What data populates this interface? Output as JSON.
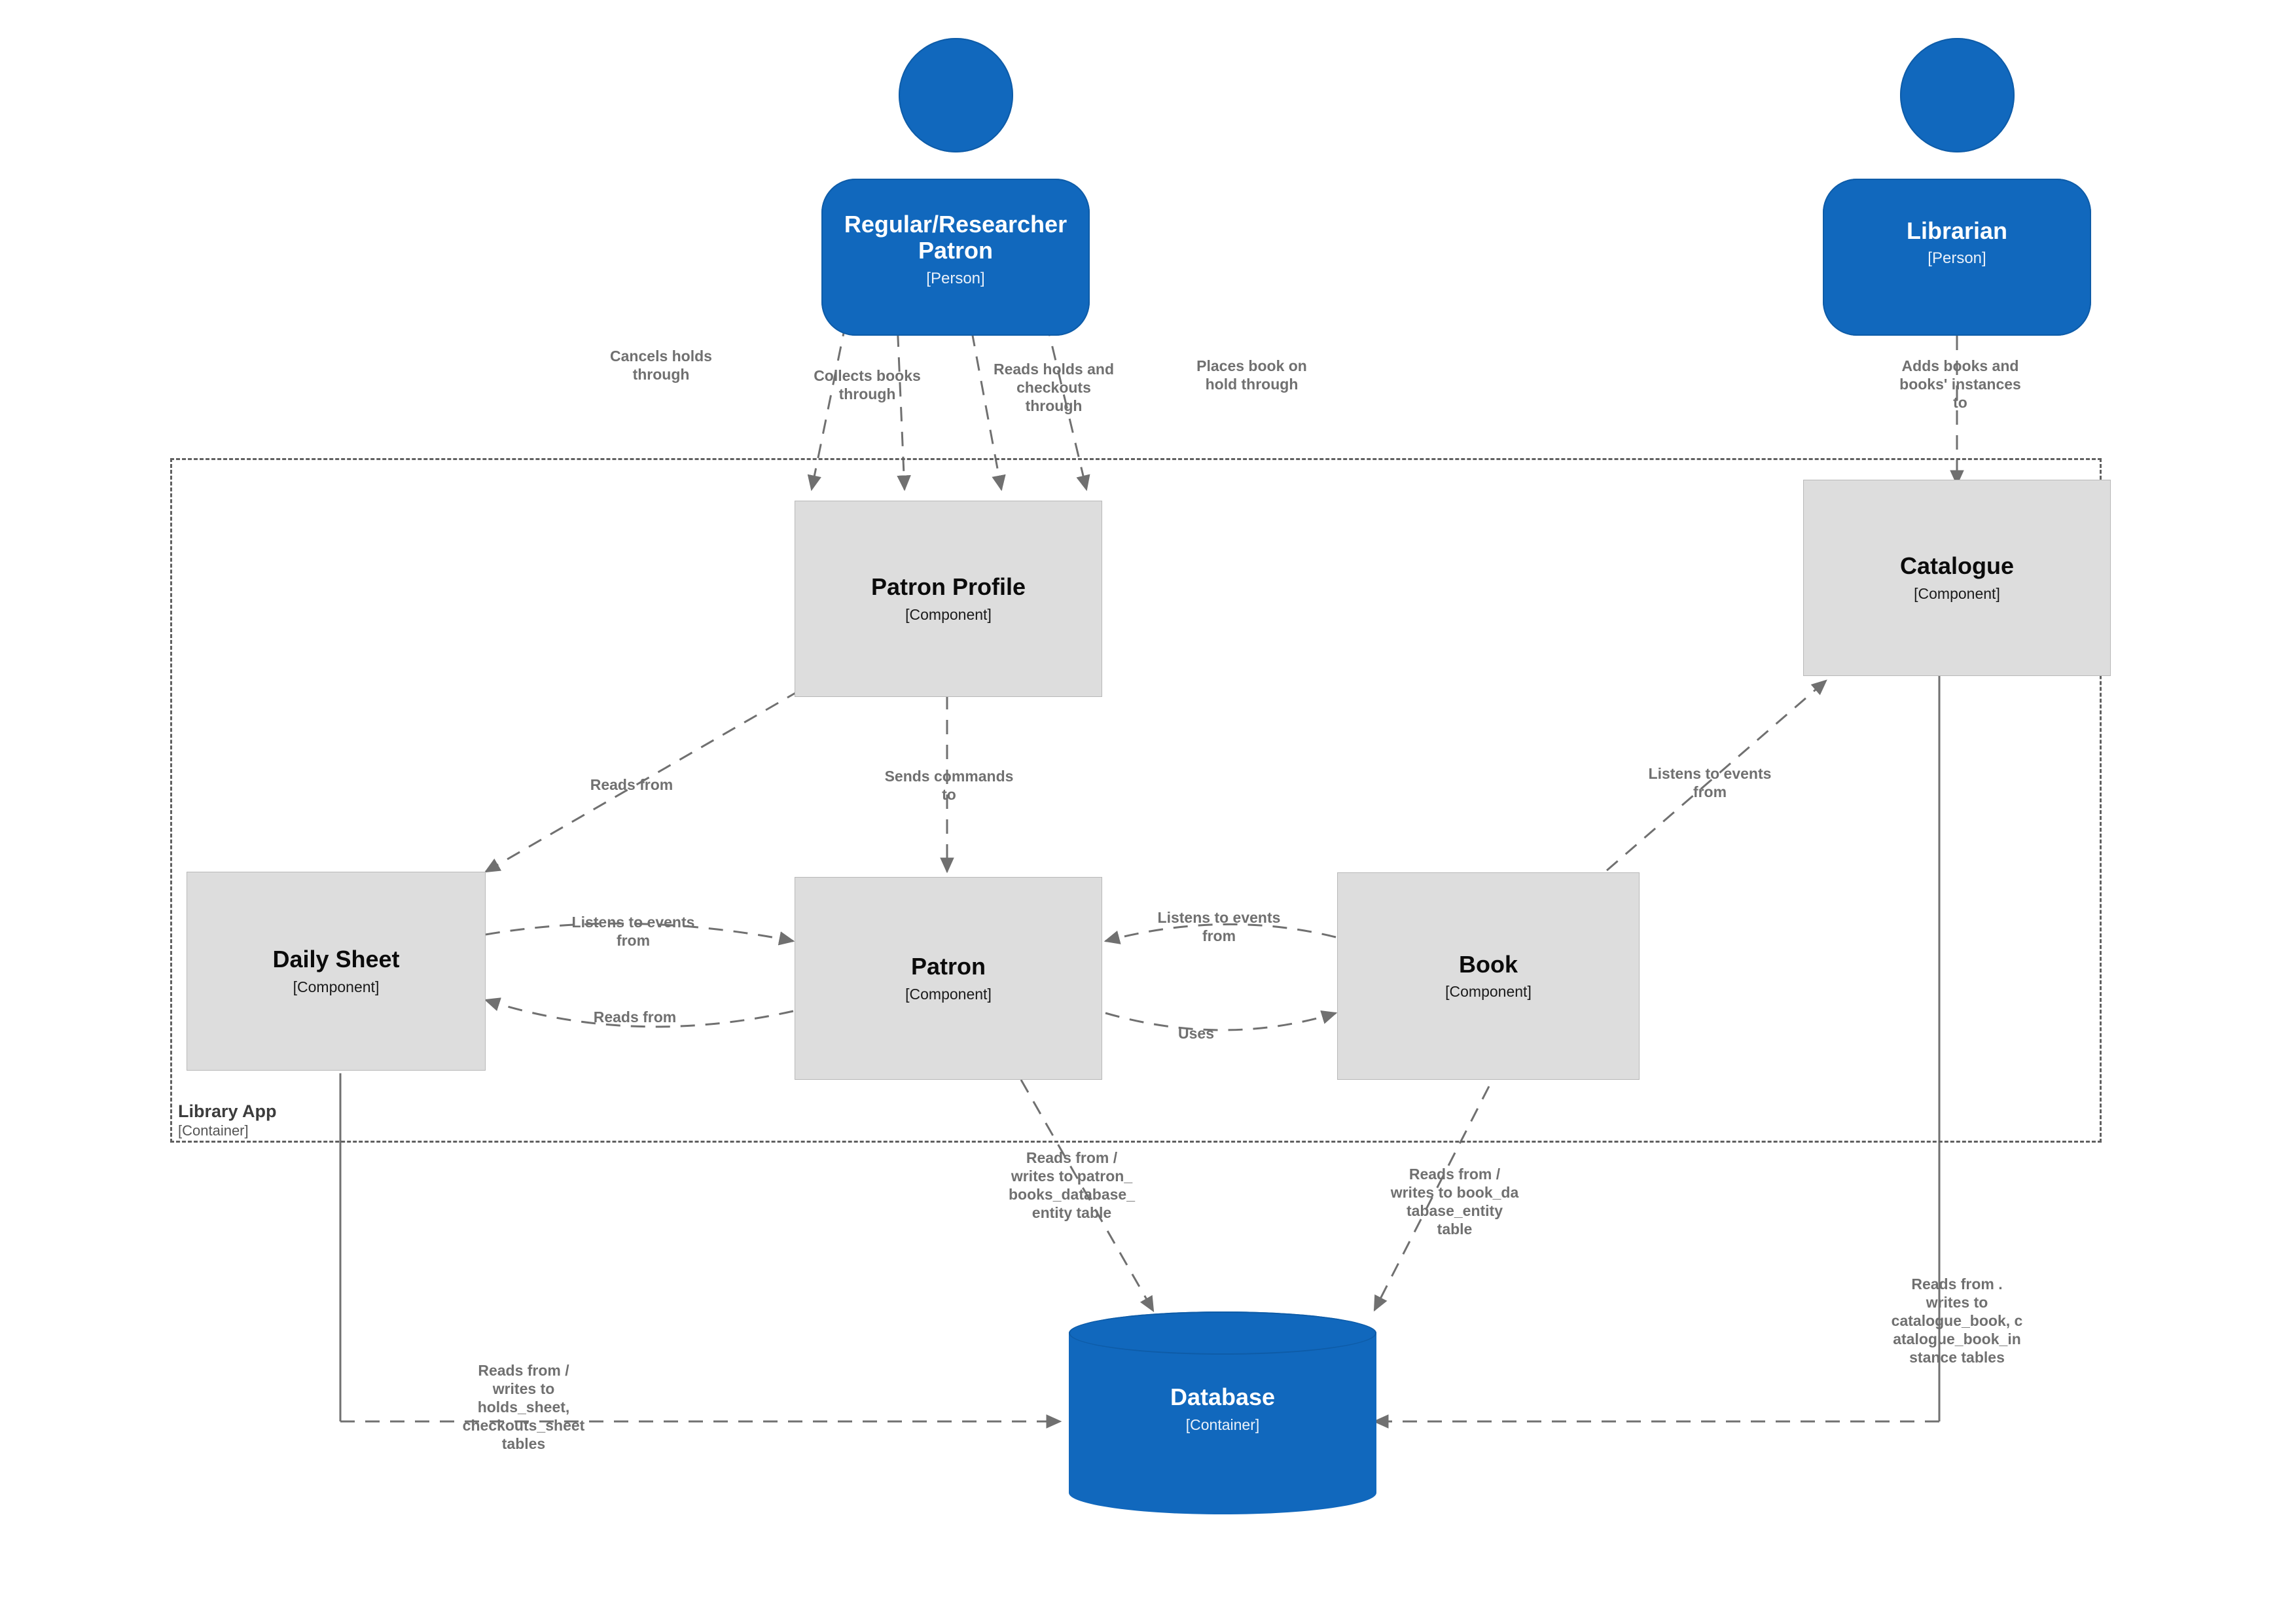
{
  "diagram": {
    "type": "c4-component-diagram",
    "colors": {
      "person_fill": "#1168bd",
      "component_fill": "#dddddd",
      "component_stroke": "#b8b8b8",
      "database_fill": "#1168bd",
      "edge": "#707070",
      "boundary": "#606060",
      "background": "#ffffff"
    }
  },
  "people": [
    {
      "id": "patron_person",
      "title": "Regular/Researcher\nPatron",
      "type": "[Person]"
    },
    {
      "id": "librarian_person",
      "title": "Librarian",
      "type": "[Person]"
    }
  ],
  "boundary": {
    "title": "Library App",
    "type": "[Container]"
  },
  "components": [
    {
      "id": "patron_profile",
      "title": "Patron Profile",
      "type": "[Component]"
    },
    {
      "id": "catalogue",
      "title": "Catalogue",
      "type": "[Component]"
    },
    {
      "id": "daily_sheet",
      "title": "Daily Sheet",
      "type": "[Component]"
    },
    {
      "id": "patron",
      "title": "Patron",
      "type": "[Component]"
    },
    {
      "id": "book",
      "title": "Book",
      "type": "[Component]"
    }
  ],
  "database": {
    "title": "Database",
    "type": "[Container]"
  },
  "relationships": [
    {
      "id": "r1",
      "from": "patron_person",
      "to": "patron_profile",
      "label": "Cancels holds\nthrough"
    },
    {
      "id": "r2",
      "from": "patron_person",
      "to": "patron_profile",
      "label": "Collects books\nthrough"
    },
    {
      "id": "r3",
      "from": "patron_person",
      "to": "patron_profile",
      "label": "Reads holds and\ncheckouts\nthrough"
    },
    {
      "id": "r4",
      "from": "patron_person",
      "to": "patron_profile",
      "label": "Places book on\nhold through"
    },
    {
      "id": "r5",
      "from": "librarian_person",
      "to": "catalogue",
      "label": "Adds books and\nbooks' instances\nto"
    },
    {
      "id": "r6",
      "from": "patron_profile",
      "to": "daily_sheet",
      "label": "Reads from"
    },
    {
      "id": "r7",
      "from": "patron_profile",
      "to": "patron",
      "label": "Sends commands\nto"
    },
    {
      "id": "r8",
      "from": "book",
      "to": "catalogue",
      "label": "Listens to events\nfrom"
    },
    {
      "id": "r9",
      "from": "daily_sheet",
      "to": "patron",
      "label": "Listens to events\nfrom"
    },
    {
      "id": "r10",
      "from": "patron",
      "to": "daily_sheet",
      "label": "Reads from"
    },
    {
      "id": "r11",
      "from": "book",
      "to": "patron",
      "label": "Listens to events\nfrom"
    },
    {
      "id": "r12",
      "from": "patron",
      "to": "book",
      "label": "Uses"
    },
    {
      "id": "r13",
      "from": "patron",
      "to": "database",
      "label": "Reads from /\nwrites to patron_\nbooks_database_\nentity table"
    },
    {
      "id": "r14",
      "from": "book",
      "to": "database",
      "label": "Reads from /\nwrites to book_da\ntabase_entity\ntable"
    },
    {
      "id": "r15",
      "from": "daily_sheet",
      "to": "database",
      "label": "Reads from /\nwrites to\nholds_sheet,\ncheckouts_sheet\ntables"
    },
    {
      "id": "r16",
      "from": "catalogue",
      "to": "database",
      "label": "Reads from .\nwrites to\ncatalogue_book, c\natalogue_book_in\nstance tables"
    }
  ]
}
